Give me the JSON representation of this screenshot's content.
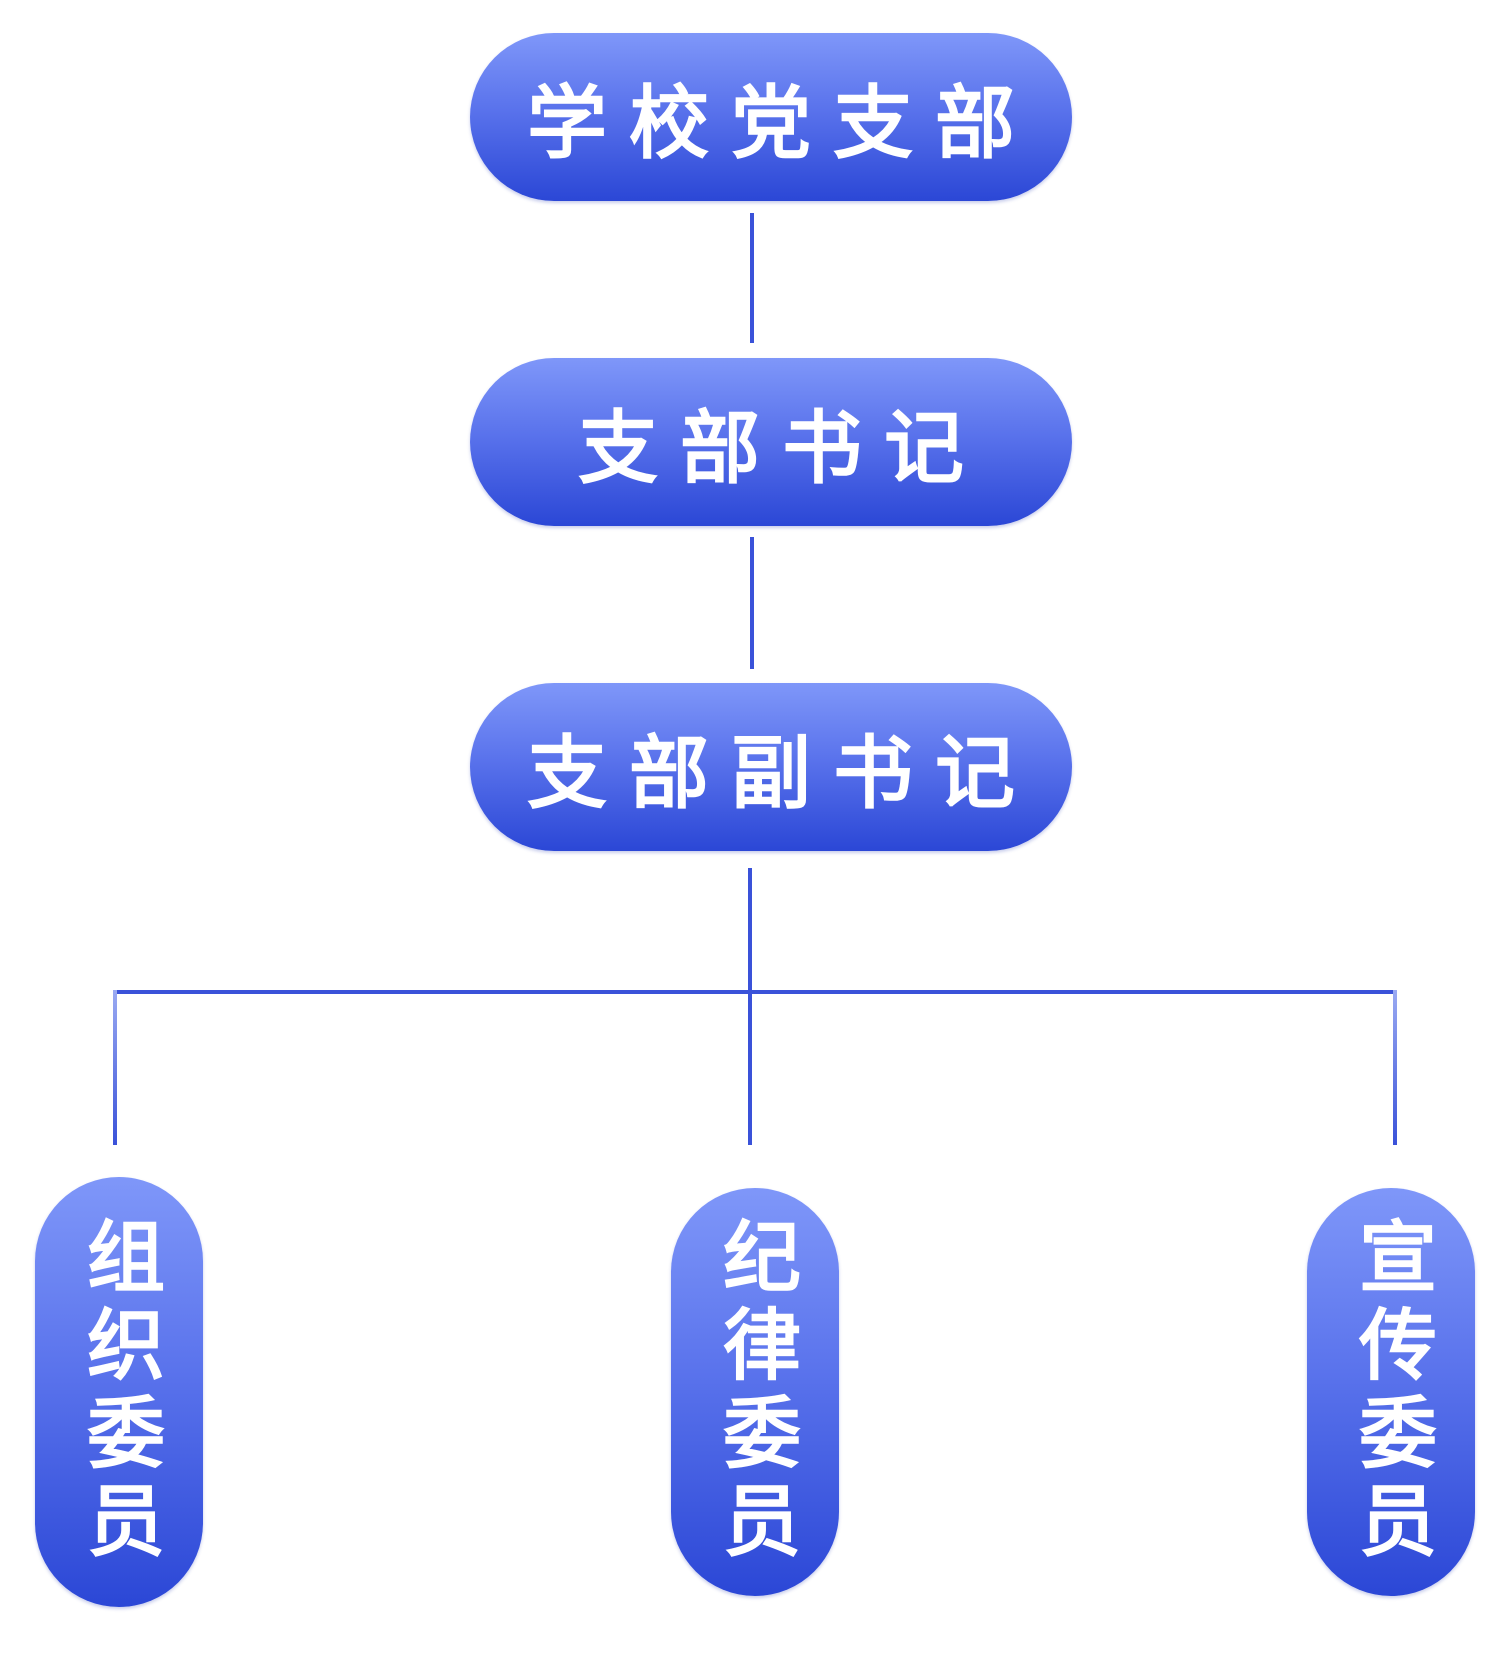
{
  "diagram": {
    "root": {
      "label": "学校党支部"
    },
    "secretary": {
      "label": "支部书记"
    },
    "deputy": {
      "label": "支部副书记"
    },
    "members": [
      {
        "label": "组织委员"
      },
      {
        "label": "纪律委员"
      },
      {
        "label": "宣传委员"
      }
    ]
  },
  "colors": {
    "node_top": "#7f97f9",
    "node_bottom": "#2b47d6",
    "connector": "#3a52d9",
    "text": "#ffffff"
  }
}
